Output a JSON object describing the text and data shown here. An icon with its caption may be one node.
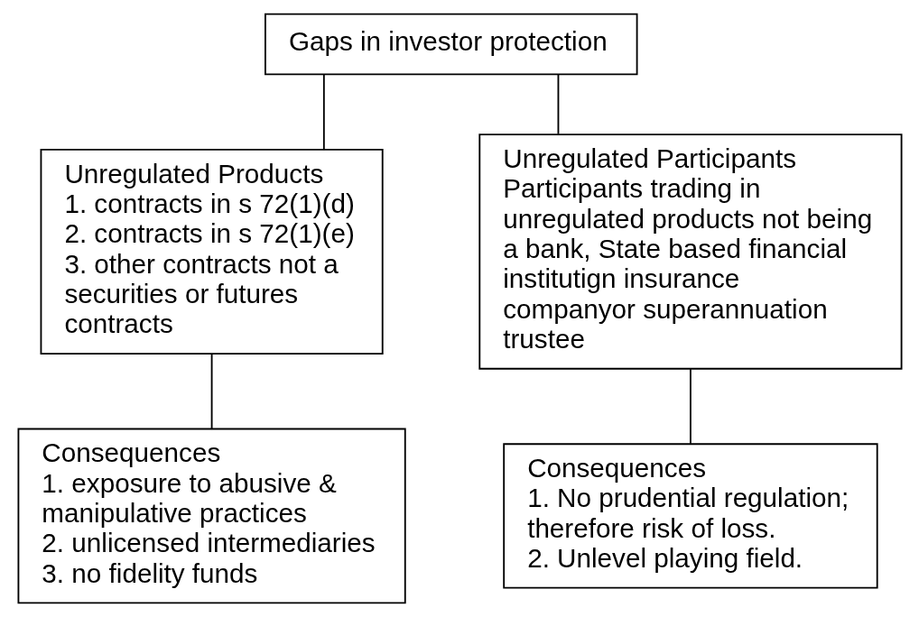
{
  "diagram": {
    "nodes": [
      {
        "text": [
          "Gaps in investor protection"
        ]
      },
      {
        "text": [
          "Unregulated Products",
          "1. contracts in s 72(1)(d)",
          "2. contracts in s 72(1)(e)",
          "3. other contracts not a securities or futures contracts"
        ]
      },
      {
        "text": [
          "Unregulated Participants",
          "Participants trading in unregulated products not being a bank, State based financial institutign insurance companyor superannuation trustee"
        ]
      },
      {
        "text": [
          "Consequences",
          "1. exposure to abusive & manipulative practices",
          "2. unlicensed intermediaries",
          "3. no fidelity funds"
        ]
      },
      {
        "text": [
          "Consequences",
          "1. No prudential regulation; therefore risk of loss.",
          "2. Unlevel playing field."
        ]
      }
    ],
    "edges": [
      {
        "from": 0,
        "to": 1,
        "arrow": "none"
      },
      {
        "from": 0,
        "to": 2,
        "arrow": "none"
      },
      {
        "from": 1,
        "to": 3,
        "arrow": "none"
      },
      {
        "from": 2,
        "to": 4,
        "arrow": "none"
      }
    ]
  }
}
